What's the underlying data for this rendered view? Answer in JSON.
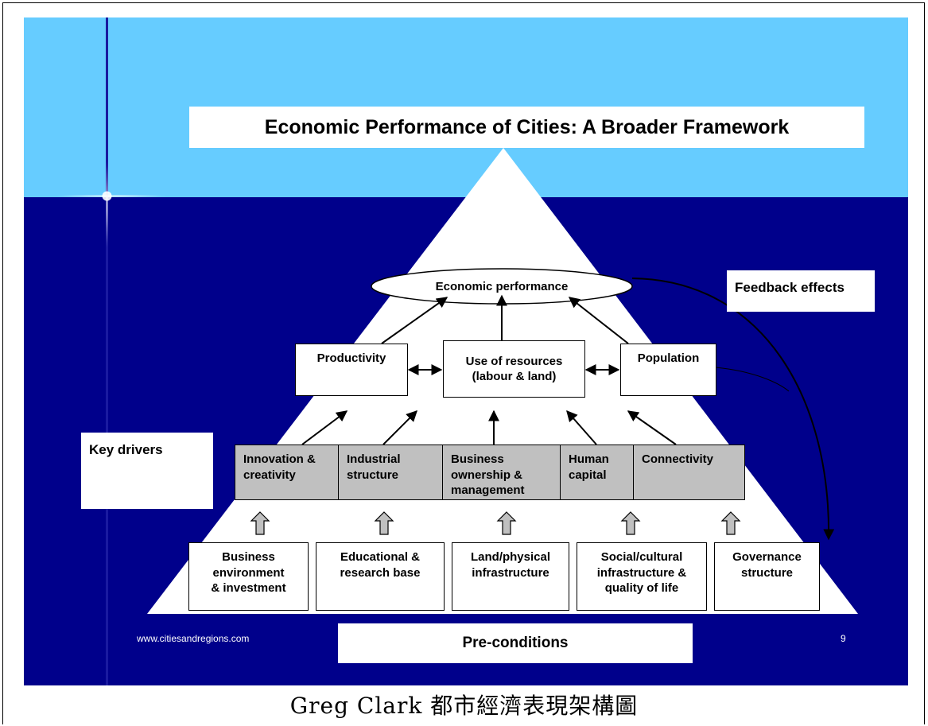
{
  "title": "Economic Performance of Cities: A Broader Framework",
  "top_node": "Economic performance",
  "feedback_label": "Feedback effects",
  "key_drivers_label": "Key drivers",
  "middle_nodes": [
    "Productivity",
    "Use of resources\n(labour & land)",
    "Population"
  ],
  "drivers": [
    "Innovation &\ncreativity",
    "Industrial\nstructure",
    "Business\nownership &\nmanagement",
    "Human\ncapital",
    "Connectivity"
  ],
  "preconditions": [
    "Business\nenvironment\n& investment",
    "Educational &\nresearch base",
    "Land/physical\ninfrastructure",
    "Social/cultural\ninfrastructure &\nquality of life",
    "Governance\nstructure"
  ],
  "preconditions_label": "Pre-conditions",
  "website": "www.citiesandregions.com",
  "page_number": "9",
  "caption": "Greg Clark 都市經濟表現架構圖",
  "colors": {
    "sky": "#66CCFF",
    "navy": "#00008B",
    "driver_fill": "#C0C0C0",
    "triangle": "#FFFFFF"
  }
}
